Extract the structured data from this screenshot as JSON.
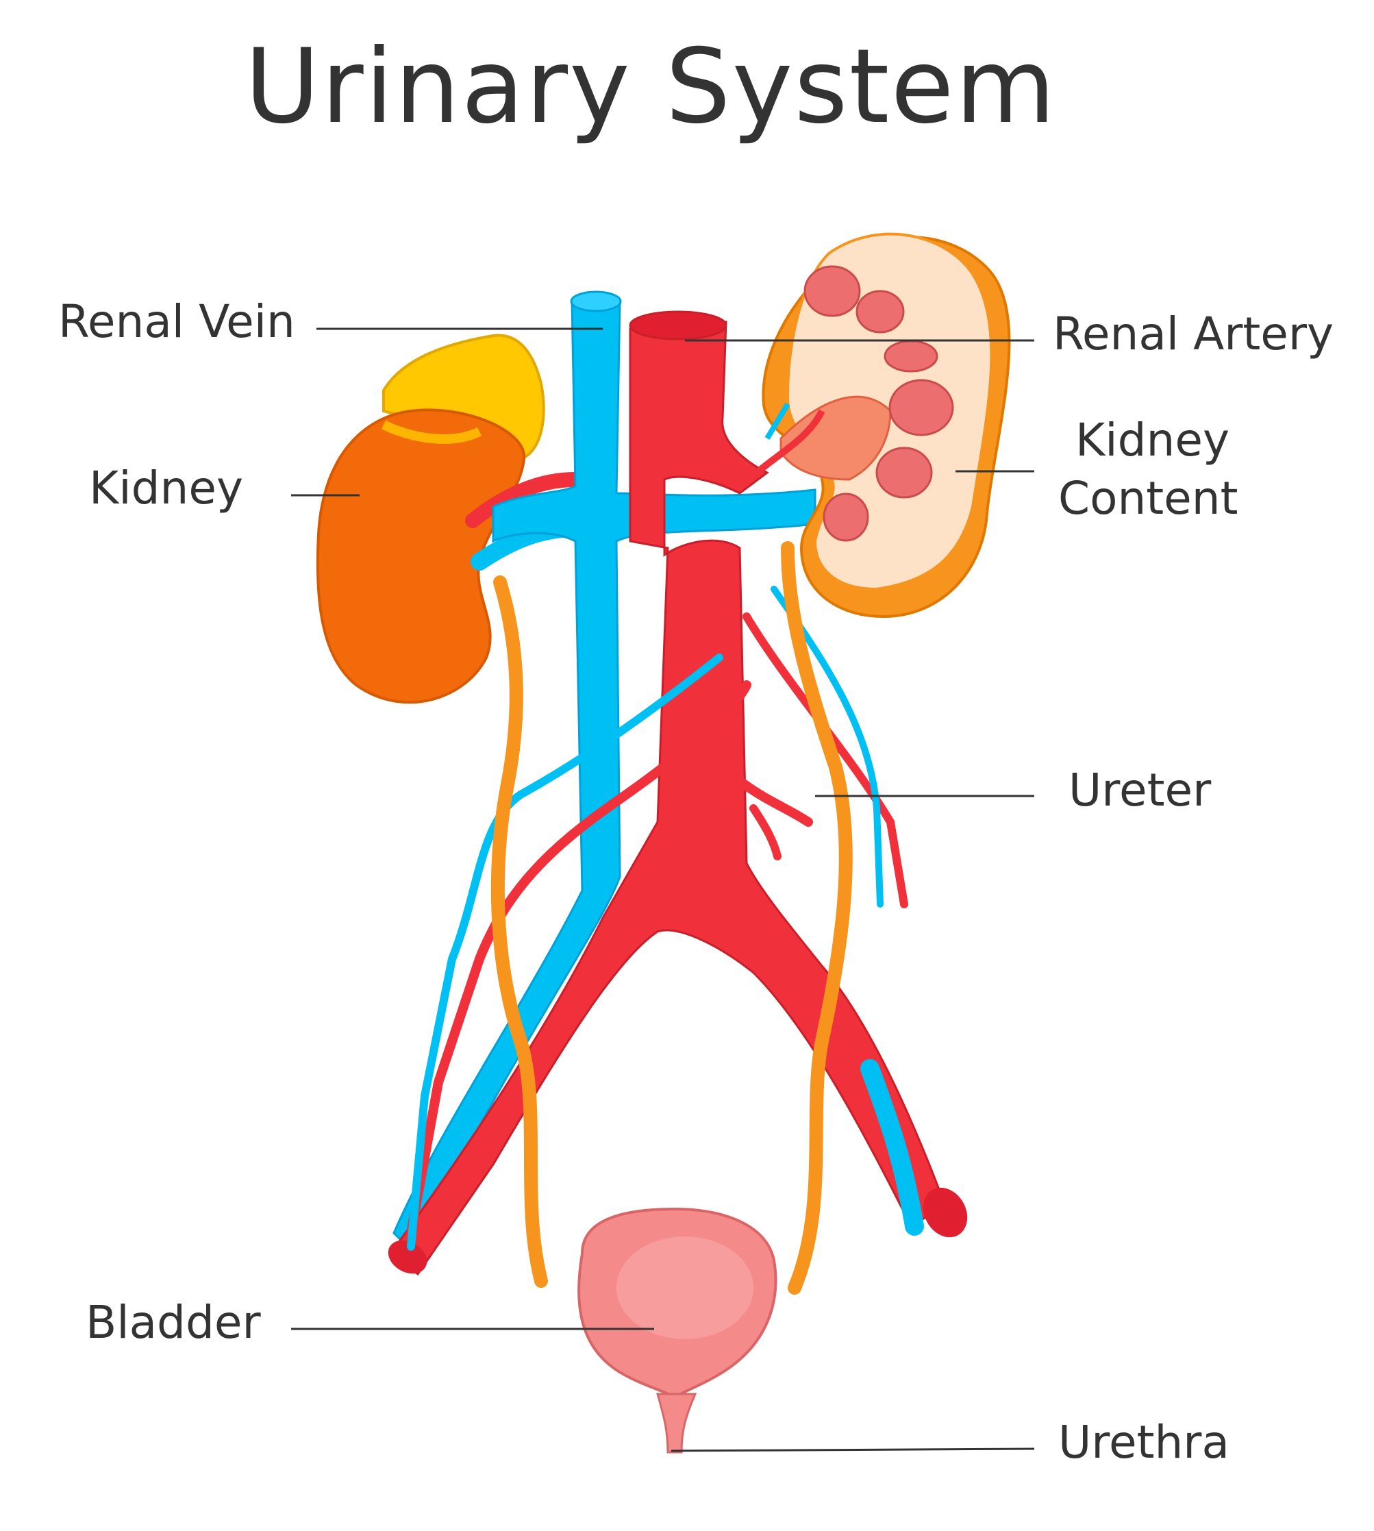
{
  "title": "Urinary System",
  "labels": {
    "renal_vein": "Renal Vein",
    "renal_artery": "Renal Artery",
    "kidney": "Kidney",
    "kidney_content_line1": "Kidney",
    "kidney_content_line2": "Content",
    "ureter": "Ureter",
    "bladder": "Bladder",
    "urethra": "Urethra"
  },
  "colors": {
    "vein": "#00BFF3",
    "artery": "#F0303A",
    "kidney": "#F26A0A",
    "adrenal": "#FFC800",
    "ureter": "#F7941D",
    "bladder": "#F58A8A",
    "kidney_cortex": "#FDE2C8",
    "pyramid": "#EC6E6E",
    "text": "#333333"
  }
}
